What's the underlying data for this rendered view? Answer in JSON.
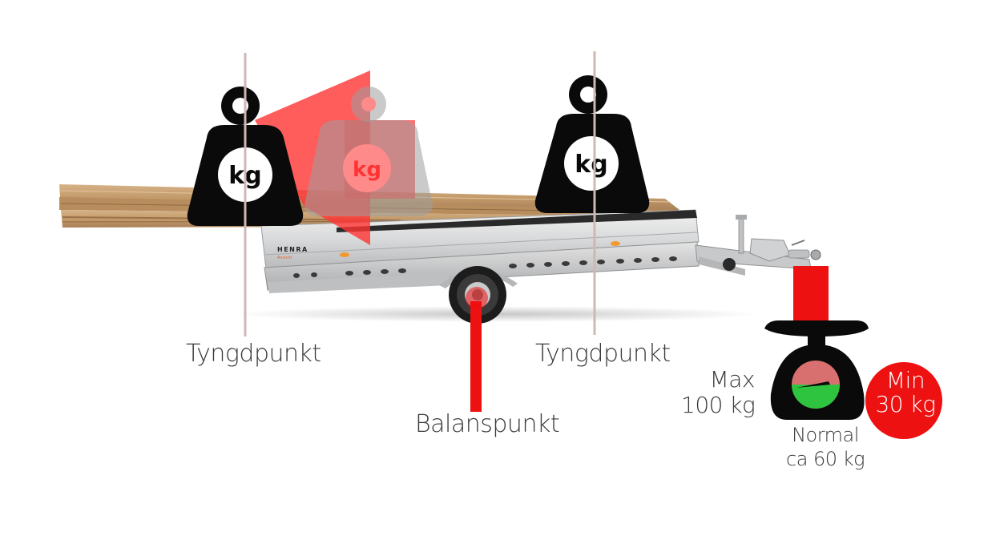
{
  "labels": {
    "center_of_gravity_left": "Tyngdpunkt",
    "center_of_gravity_right": "Tyngdpunkt",
    "balance_point": "Balanspunkt",
    "max_line1": "Max",
    "max_line2": "100 kg",
    "normal_line1": "Normal",
    "normal_line2": "ca 60 kg",
    "min_line1": "Min",
    "min_line2": "30 kg"
  },
  "weights": {
    "unit_label": "kg"
  },
  "trailer": {
    "brand": "HENRA"
  },
  "colors": {
    "weight_black": "#0a0a0a",
    "accent_red": "#ee1111",
    "ghost_red": "#f55555",
    "gravity_line": "#cdb8b4",
    "scale_green": "#2fc43f",
    "scale_pink": "#d97070",
    "trailer_silver": "#d9dadb"
  }
}
